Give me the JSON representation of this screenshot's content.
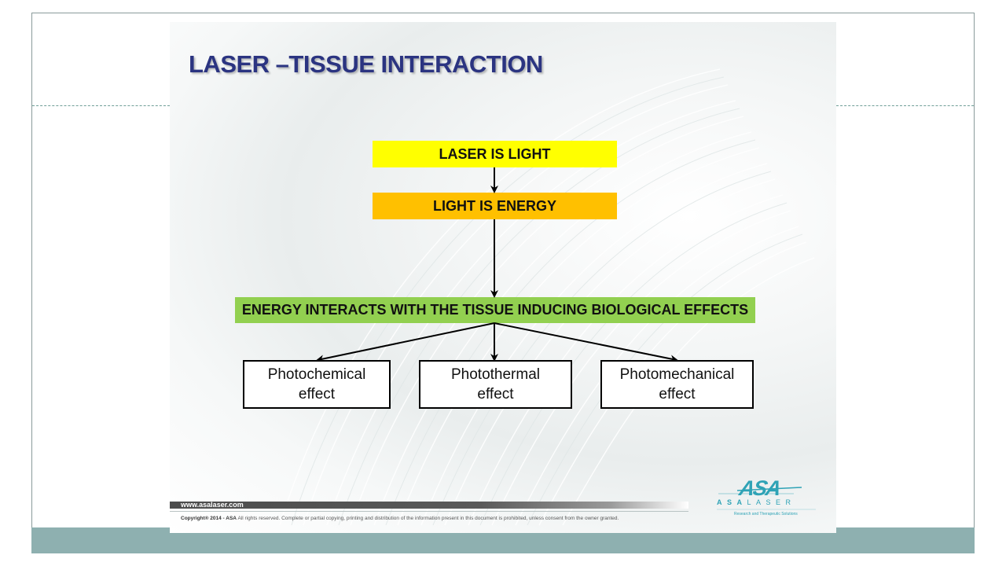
{
  "slide": {
    "title": "LASER –TISSUE INTERACTION"
  },
  "diagram": {
    "box_laser": "LASER IS LIGHT",
    "box_energy": "LIGHT IS ENERGY",
    "box_interacts": "ENERGY INTERACTS WITH THE TISSUE INDUCING BIOLOGICAL EFFECTS",
    "effects": [
      {
        "line1": "Photochemical",
        "line2": "effect"
      },
      {
        "line1": "Photothermal",
        "line2": "effect"
      },
      {
        "line1": "Photomechanical",
        "line2": "effect"
      }
    ],
    "colors": {
      "laser_box": "#ffff00",
      "energy_box": "#ffc000",
      "interacts_box": "#92d050"
    }
  },
  "footer": {
    "url": "www.asalaser.com",
    "copyright_bold": "Copyright® 2014 - ASA",
    "copyright_rest": " All rights reserved. Complete or partial copying, printing and distribution of the information present in this document is prohibited, unless consent from the owner granted."
  },
  "logo": {
    "mark": "ASA",
    "brand_a": "ASA",
    "brand_b": "LASER",
    "tagline": "Research and Therapeutic Solutions",
    "color": "#2fa3b6"
  }
}
